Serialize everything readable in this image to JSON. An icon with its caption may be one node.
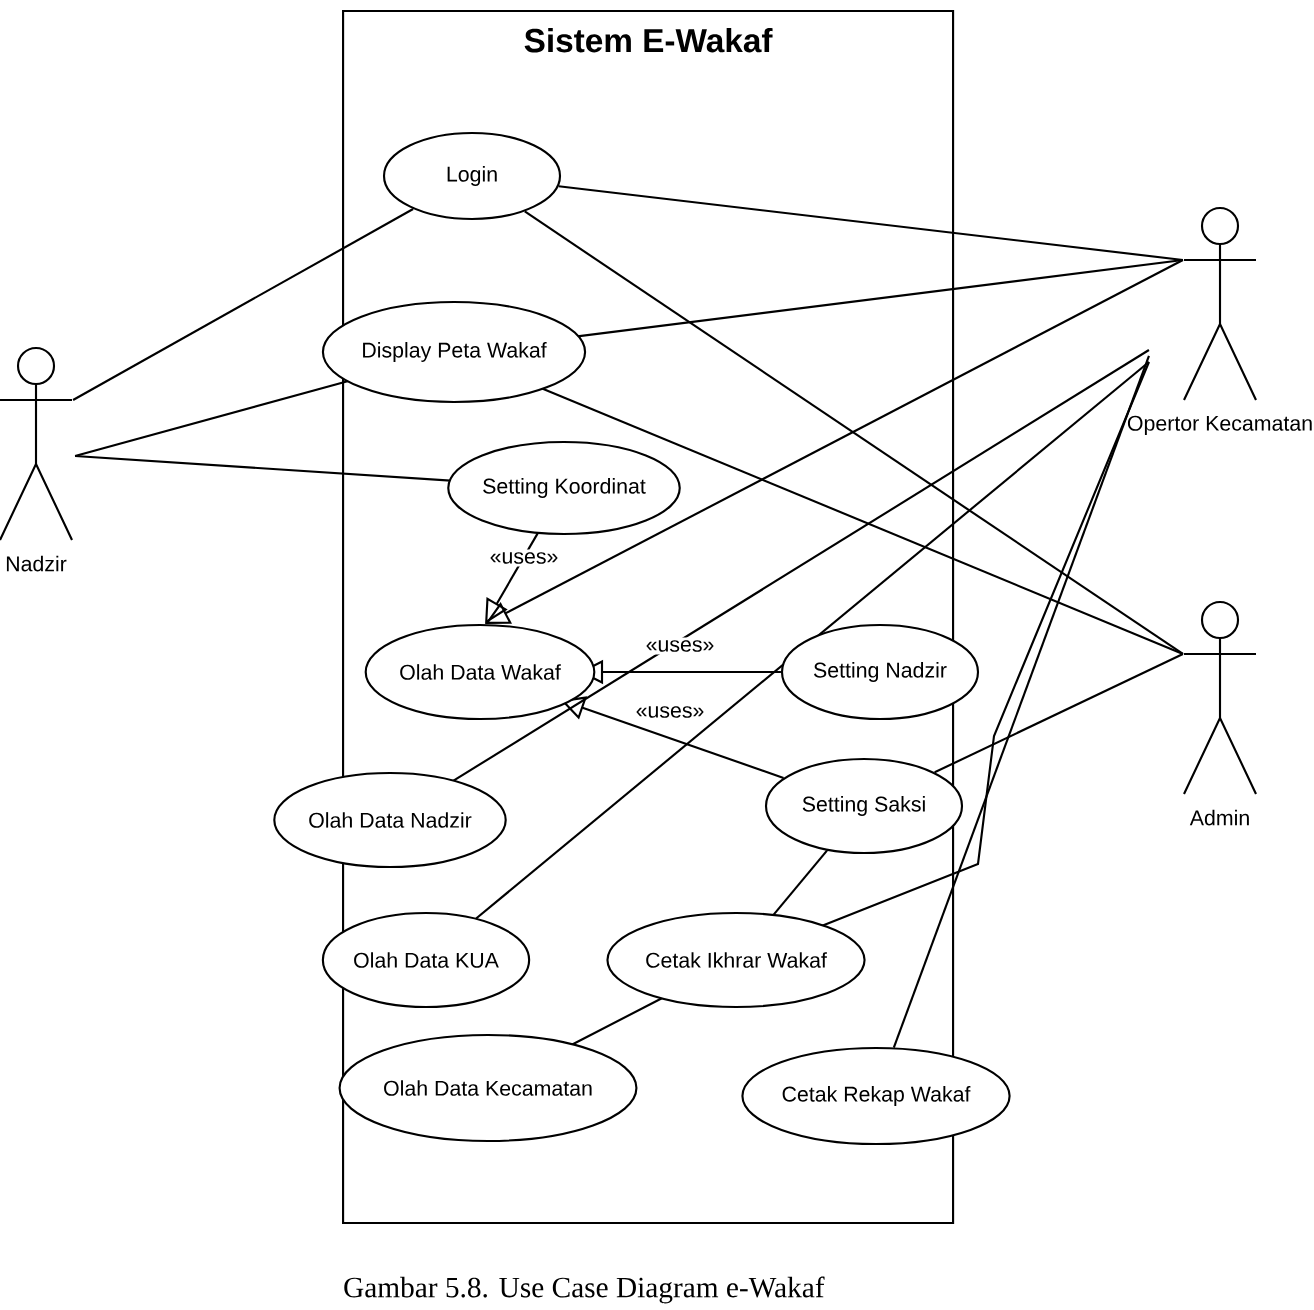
{
  "diagram": {
    "caption": "Gambar 5.8. Use Case Diagram e-Wakaf",
    "nodes": [
      {
        "text": [
          "Sistem E-Wakaf"
        ]
      },
      {
        "text": [
          "Nadzir"
        ]
      },
      {
        "text": [
          "Opertor Kecamatan"
        ]
      },
      {
        "text": [
          "Admin"
        ]
      },
      {
        "text": [
          "Login"
        ],
        "in": 0
      },
      {
        "text": [
          "Display Peta Wakaf"
        ],
        "in": 0
      },
      {
        "text": [
          "Setting Koordinat"
        ],
        "in": 0
      },
      {
        "text": [
          "Olah Data Wakaf"
        ],
        "in": 0
      },
      {
        "text": [
          "Setting Nadzir"
        ],
        "in": 0
      },
      {
        "text": [
          "Setting Saksi"
        ],
        "in": 0
      },
      {
        "text": [
          "Olah Data Nadzir"
        ],
        "in": 0
      },
      {
        "text": [
          "Olah Data KUA"
        ],
        "in": 0
      },
      {
        "text": [
          "Cetak Ikhrar Wakaf"
        ],
        "in": 0
      },
      {
        "text": [
          "Olah Data Kecamatan"
        ],
        "in": 0
      },
      {
        "text": [
          "Cetak Rekap Wakaf"
        ],
        "in": 0
      }
    ],
    "edges": [
      {
        "from": 1,
        "to": 4,
        "arrow": "none"
      },
      {
        "from": 1,
        "to": 5,
        "arrow": "none"
      },
      {
        "from": 1,
        "to": 6,
        "arrow": "none"
      },
      {
        "from": 2,
        "to": 4,
        "arrow": "none"
      },
      {
        "from": 2,
        "to": 5,
        "arrow": "none"
      },
      {
        "from": 2,
        "to": 7,
        "arrow": "to"
      },
      {
        "from": 2,
        "to": 10,
        "arrow": "none"
      },
      {
        "from": 2,
        "to": 11,
        "arrow": "none"
      },
      {
        "from": 2,
        "to": 12,
        "arrow": "none"
      },
      {
        "from": 2,
        "to": 14,
        "arrow": "none"
      },
      {
        "from": 3,
        "to": 4,
        "arrow": "none"
      },
      {
        "from": 3,
        "to": 5,
        "arrow": "none"
      },
      {
        "from": 3,
        "to": 9,
        "arrow": "none"
      },
      {
        "from": 6,
        "to": 7,
        "arrow": "to",
        "label": "«uses»"
      },
      {
        "from": 8,
        "to": 7,
        "arrow": "to",
        "label": "«uses»"
      },
      {
        "from": 9,
        "to": 7,
        "arrow": "to",
        "label": "«uses»"
      },
      {
        "from": 9,
        "to": 12,
        "arrow": "none"
      },
      {
        "from": 12,
        "to": 13,
        "arrow": "none"
      }
    ]
  }
}
